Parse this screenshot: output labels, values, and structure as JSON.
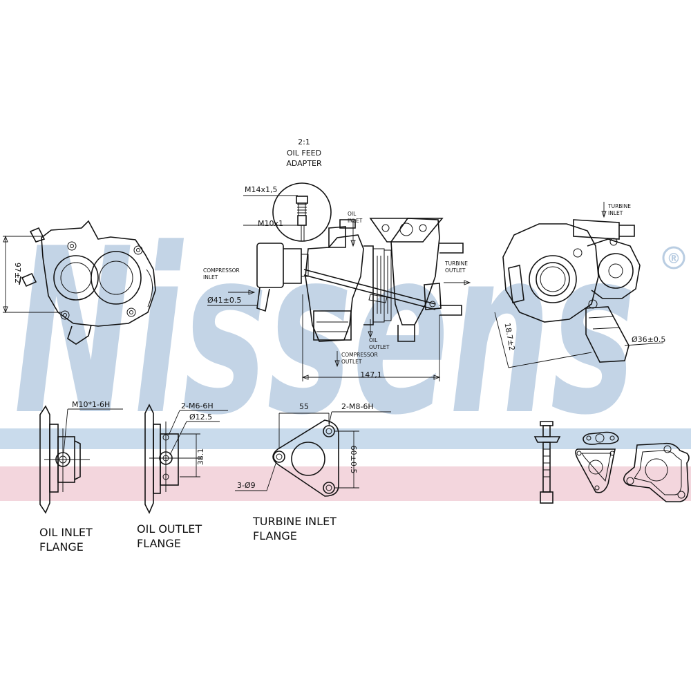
{
  "watermark": {
    "brand": "Nissens",
    "registered": "®",
    "color": "#b9cde2"
  },
  "bands": {
    "blue": "#c9dbec",
    "pink": "#f3d6dd"
  },
  "labels": {
    "adapter_ratio": "2:1",
    "adapter_title_1": "OIL FEED",
    "adapter_title_2": "ADAPTER",
    "m14": "M14x1,5",
    "m10": "M10x1",
    "oil_inlet_1": "OIL",
    "oil_inlet_2": "INLET",
    "compressor_inlet_1": "COMPRESSOR",
    "compressor_inlet_2": "INLET",
    "turbine_outlet_1": "TURBINE",
    "turbine_outlet_2": "OUTLET",
    "oil_outlet_1": "OIL",
    "oil_outlet_2": "OUTLET",
    "compressor_outlet_1": "COMPRESSOR",
    "compressor_outlet_2": "OUTLET",
    "turbine_inlet_small_1": "TURBINE",
    "turbine_inlet_small_2": "INLET",
    "dim_left": "97±2",
    "dim_comp_inlet": "Ø41±0.5",
    "dim_length": "147,1",
    "dim_right_angle": "18.7±2",
    "dim_right_dia": "Ø36±0.5",
    "oil_inlet_thread": "M10*1-6H",
    "oil_outlet_thread": "2-M6-6H",
    "oil_outlet_dia": "Ø12.5",
    "oil_outlet_height": "38.1",
    "turbine_width": "55",
    "turbine_thread": "2-M8-6H",
    "turbine_height": "60±0.5",
    "turbine_holes": "3-Ø9",
    "cap_oil_inlet_1": "OIL INLET",
    "cap_oil_inlet_2": "FLANGE",
    "cap_oil_outlet_1": "OIL OUTLET",
    "cap_oil_outlet_2": "FLANGE",
    "cap_turbine_inlet_1": "TURBINE INLET",
    "cap_turbine_inlet_2": "FLANGE"
  }
}
